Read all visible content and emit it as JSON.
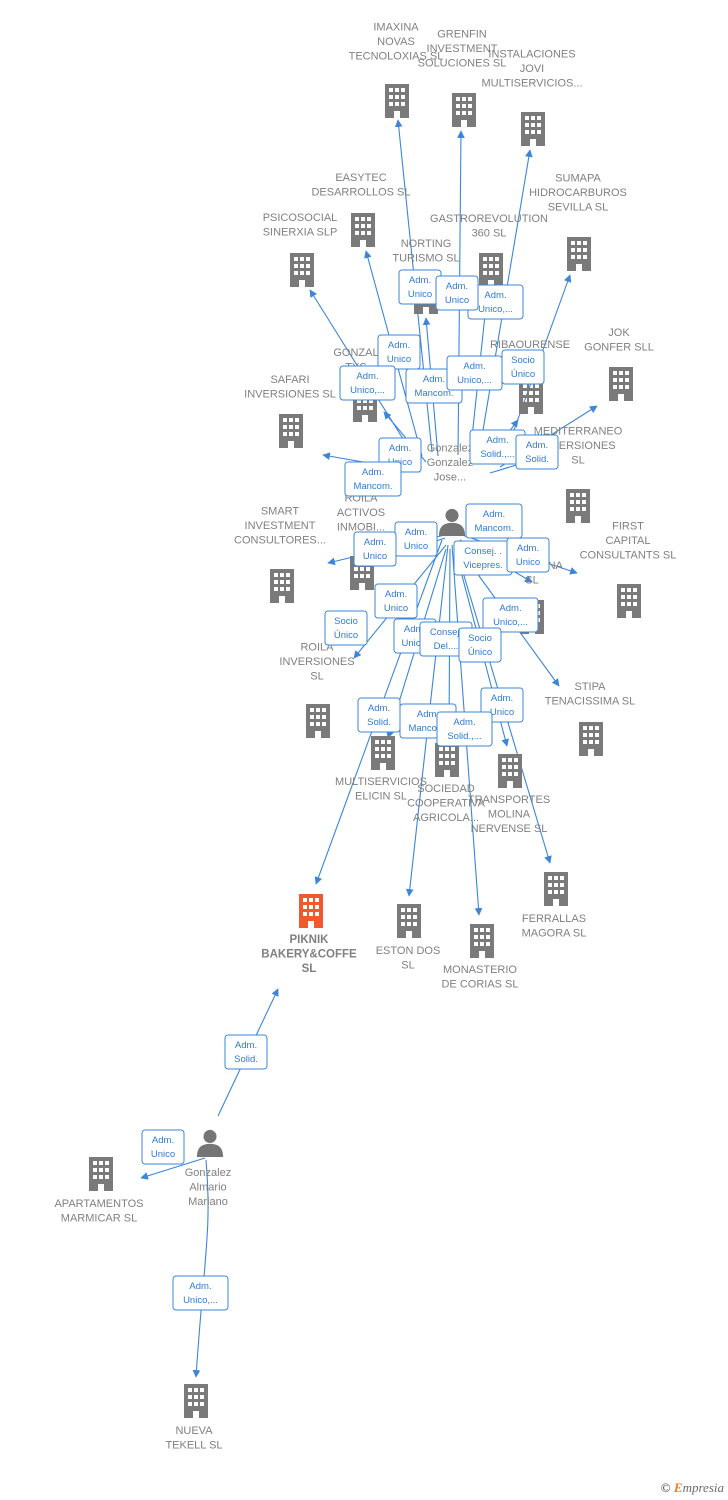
{
  "colors": {
    "company": "#7a7a7a",
    "focus_company": "#f0592b",
    "person": "#757575",
    "edge": "#3b86d9",
    "role_text": "#2f7bd2"
  },
  "footer": {
    "copyright": "©",
    "brand_first": "E",
    "brand_rest": "mpresia"
  },
  "nodes": [
    {
      "id": "imaxina",
      "type": "company",
      "lines": [
        "IMAXINA",
        "NOVAS",
        "TECNOLOXIAS SL"
      ]
    },
    {
      "id": "grenfin",
      "type": "company",
      "lines": [
        "GRENFIN",
        "INVESTMENT",
        "SOLUCIONES SL"
      ]
    },
    {
      "id": "instalaciones",
      "type": "company",
      "lines": [
        "INSTALACIONES",
        "JOVI",
        "MULTISERVICIOS..."
      ]
    },
    {
      "id": "easytec",
      "type": "company",
      "lines": [
        "EASYTEC",
        "DESARROLLOS SL"
      ]
    },
    {
      "id": "sumapa",
      "type": "company",
      "lines": [
        "SUMAPA",
        "HIDROCARBUROS",
        "SEVILLA  SL"
      ]
    },
    {
      "id": "psicosocial",
      "type": "company",
      "lines": [
        "PSICOSOCIAL",
        "SINERXIA SLP"
      ]
    },
    {
      "id": "gastrorevolution",
      "type": "company",
      "lines": [
        "GASTROREVOLUTION",
        "360  SL"
      ]
    },
    {
      "id": "norting",
      "type": "company",
      "lines": [
        "NORTING",
        "TURISMO  SL"
      ]
    },
    {
      "id": "jok",
      "type": "company",
      "lines": [
        "JOK",
        "GONFER SLL"
      ]
    },
    {
      "id": "gonzal",
      "type": "company",
      "lines": [
        "GONZAL",
        "TYS"
      ]
    },
    {
      "id": "ribaourense",
      "type": "company",
      "lines": [
        "RIBAOURENSE",
        "S  SL"
      ]
    },
    {
      "id": "safari",
      "type": "company",
      "lines": [
        "SAFARI",
        "INVERSIONES SL"
      ]
    },
    {
      "id": "mediterraneo",
      "type": "company",
      "lines": [
        "MEDITERRANEO",
        "INVERSIONES",
        "SL"
      ]
    },
    {
      "id": "gonzalez_jose",
      "type": "person",
      "lines": [
        "Gonzalez",
        "Gonzalez",
        "Jose..."
      ]
    },
    {
      "id": "smart",
      "type": "company",
      "lines": [
        "SMART",
        "INVESTMENT",
        "CONSULTORES..."
      ]
    },
    {
      "id": "roila_activos",
      "type": "company",
      "lines": [
        "ROILA",
        "ACTIVOS",
        "INMOBI..."
      ]
    },
    {
      "id": "malaguna",
      "type": "company",
      "lines": [
        "MALAGUNA",
        "SL"
      ]
    },
    {
      "id": "first_capital",
      "type": "company",
      "lines": [
        "FIRST",
        "CAPITAL",
        "CONSULTANTS SL"
      ]
    },
    {
      "id": "roila_inversiones",
      "type": "company",
      "lines": [
        "ROILA",
        "INVERSIONES",
        "SL"
      ]
    },
    {
      "id": "stipa",
      "type": "company",
      "lines": [
        "STIPA",
        "TENACISSIMA SL"
      ]
    },
    {
      "id": "multiservicios",
      "type": "company",
      "lines": [
        "MULTISERVICIOS",
        "ELICIN SL"
      ]
    },
    {
      "id": "sociedad",
      "type": "company",
      "lines": [
        "SOCIEDAD",
        "COOPERATIVA",
        "AGRICOLA..."
      ]
    },
    {
      "id": "transportes",
      "type": "company",
      "lines": [
        "TRANSPORTES",
        "MOLINA",
        "NERVENSE  SL"
      ]
    },
    {
      "id": "ferrallas",
      "type": "company",
      "lines": [
        "FERRALLAS",
        "MAGORA SL"
      ]
    },
    {
      "id": "piknik",
      "type": "focus",
      "lines": [
        "PIKNIK",
        "BAKERY&COFFE",
        "SL"
      ]
    },
    {
      "id": "eston",
      "type": "company",
      "lines": [
        "ESTON DOS",
        "SL"
      ]
    },
    {
      "id": "monasterio",
      "type": "company",
      "lines": [
        "MONASTERIO",
        "DE CORIAS SL"
      ]
    },
    {
      "id": "gonzalez_mariano",
      "type": "person",
      "lines": [
        "Gonzalez",
        "Almario",
        "Mariano"
      ]
    },
    {
      "id": "apartamentos",
      "type": "company",
      "lines": [
        "APARTAMENTOS",
        "MARMICAR  SL"
      ]
    },
    {
      "id": "nueva_tekell",
      "type": "company",
      "lines": [
        "NUEVA",
        "TEKELL  SL"
      ]
    }
  ],
  "roles": [
    {
      "id": "r1",
      "lines": [
        "Adm.",
        "Unico"
      ]
    },
    {
      "id": "r2",
      "lines": [
        "Adm.",
        "Unico"
      ]
    },
    {
      "id": "r3",
      "lines": [
        "Adm.",
        "Unico,..."
      ]
    },
    {
      "id": "r4",
      "lines": [
        "Adm.",
        "Unico"
      ]
    },
    {
      "id": "r5",
      "lines": [
        "Adm.",
        "Unico,..."
      ]
    },
    {
      "id": "r6",
      "lines": [
        "Adm.",
        "Mancom."
      ]
    },
    {
      "id": "r7",
      "lines": [
        "Adm.",
        "Unico,..."
      ]
    },
    {
      "id": "r8",
      "lines": [
        "Socio",
        "Único"
      ]
    },
    {
      "id": "r9",
      "lines": [
        "Adm.",
        "Solid.,..."
      ]
    },
    {
      "id": "r10",
      "lines": [
        "Adm.",
        "Solid."
      ]
    },
    {
      "id": "r11",
      "lines": [
        "Adm.",
        "Unico"
      ]
    },
    {
      "id": "r12",
      "lines": [
        "Adm.",
        "Mancom."
      ]
    },
    {
      "id": "r13",
      "lines": [
        "Adm.",
        "Mancom."
      ]
    },
    {
      "id": "r14",
      "lines": [
        "Adm.",
        "Unico"
      ]
    },
    {
      "id": "r15",
      "lines": [
        "Adm.",
        "Unico"
      ]
    },
    {
      "id": "r16",
      "lines": [
        "Consej. .",
        "Vicepres."
      ]
    },
    {
      "id": "r17",
      "lines": [
        "Adm.",
        "Unico"
      ]
    },
    {
      "id": "r18",
      "lines": [
        "Adm.",
        "Unico"
      ]
    },
    {
      "id": "r19",
      "lines": [
        "Adm.",
        "Unico,..."
      ]
    },
    {
      "id": "r20",
      "lines": [
        "Socio",
        "Único"
      ]
    },
    {
      "id": "r21",
      "lines": [
        "Adm.",
        "Unic..."
      ]
    },
    {
      "id": "r22",
      "lines": [
        "Consej.",
        "Del...."
      ]
    },
    {
      "id": "r23",
      "lines": [
        "Socio",
        "Único"
      ]
    },
    {
      "id": "r24",
      "lines": [
        "Adm.",
        "Unico"
      ]
    },
    {
      "id": "r25",
      "lines": [
        "Adm.",
        "Solid."
      ]
    },
    {
      "id": "r26",
      "lines": [
        "Adm.",
        "Mancom."
      ]
    },
    {
      "id": "r27",
      "lines": [
        "Adm.",
        "Solid.,..."
      ]
    },
    {
      "id": "r28",
      "lines": [
        "Adm.",
        "Solid."
      ]
    },
    {
      "id": "r29",
      "lines": [
        "Adm.",
        "Unico"
      ]
    },
    {
      "id": "r30",
      "lines": [
        "Adm.",
        "Unico,..."
      ]
    }
  ]
}
